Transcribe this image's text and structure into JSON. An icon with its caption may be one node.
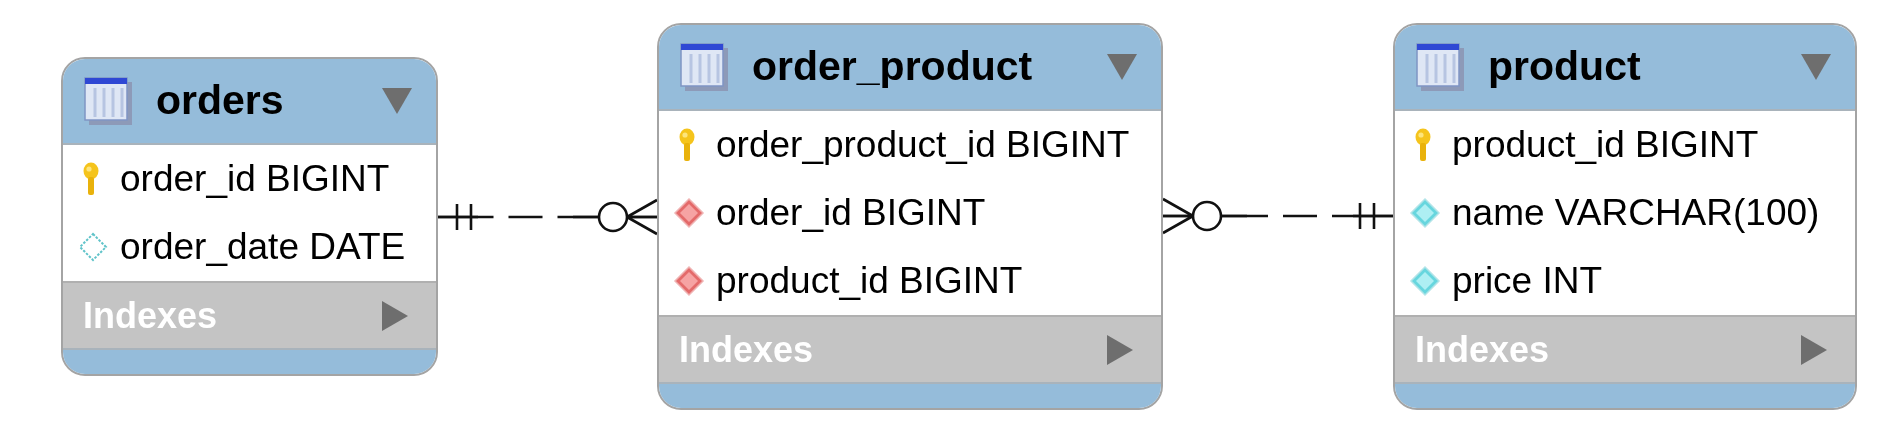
{
  "diagram": {
    "nodes": [
      {
        "text": [
          "orders",
          "order_id BIGINT",
          "order_date DATE",
          "Indexes"
        ]
      },
      {
        "text": [
          "order_product",
          "order_product_id BIGINT",
          "order_id BIGINT",
          "product_id BIGINT",
          "Indexes"
        ]
      },
      {
        "text": [
          "product",
          "product_id BIGINT",
          "name VARCHAR(100)",
          "price INT",
          "Indexes"
        ]
      }
    ],
    "edges": [
      {
        "from": 0,
        "to": 1,
        "arrow": "other",
        "style": "dashed"
      },
      {
        "from": 2,
        "to": 1,
        "arrow": "other",
        "style": "dashed"
      }
    ]
  }
}
